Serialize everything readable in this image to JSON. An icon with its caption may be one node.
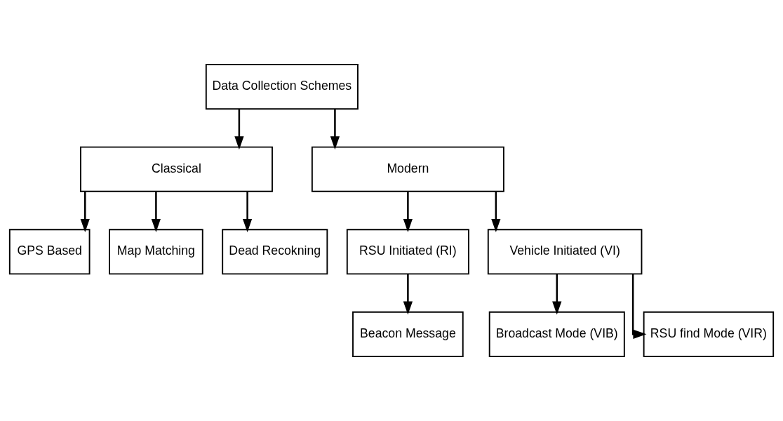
{
  "diagram": {
    "nodes": [
      {
        "text": [
          "Data Collection Schemes"
        ]
      },
      {
        "text": [
          "Classical"
        ]
      },
      {
        "text": [
          "Modern"
        ]
      },
      {
        "text": [
          "GPS Based"
        ]
      },
      {
        "text": [
          "Map Matching"
        ]
      },
      {
        "text": [
          "Dead Recokning"
        ]
      },
      {
        "text": [
          "RSU Initiated (RI)"
        ]
      },
      {
        "text": [
          "Vehicle Initiated (VI)"
        ]
      },
      {
        "text": [
          "Beacon Message"
        ]
      },
      {
        "text": [
          "Broadcast Mode (VIB)"
        ]
      },
      {
        "text": [
          "RSU find Mode (VIR)"
        ]
      }
    ],
    "edges": [
      {
        "from": 0,
        "to": 1,
        "arrow": "to"
      },
      {
        "from": 0,
        "to": 2,
        "arrow": "to"
      },
      {
        "from": 1,
        "to": 3,
        "arrow": "to"
      },
      {
        "from": 1,
        "to": 4,
        "arrow": "to"
      },
      {
        "from": 1,
        "to": 5,
        "arrow": "to"
      },
      {
        "from": 2,
        "to": 6,
        "arrow": "to"
      },
      {
        "from": 2,
        "to": 7,
        "arrow": "to"
      },
      {
        "from": 6,
        "to": 8,
        "arrow": "to"
      },
      {
        "from": 7,
        "to": 9,
        "arrow": "to"
      },
      {
        "from": 7,
        "to": 10,
        "arrow": "to"
      }
    ]
  }
}
